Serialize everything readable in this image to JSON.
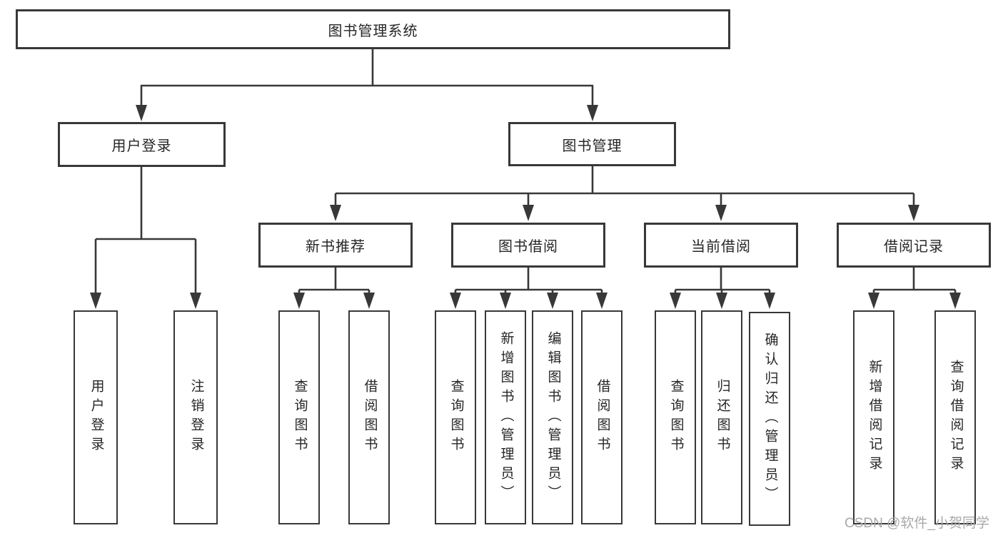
{
  "nodes": {
    "root": "图书管理系统",
    "user_login": "用户登录",
    "book_management": "图书管理",
    "new_book_recommend": "新书推荐",
    "book_borrow": "图书借阅",
    "current_borrow": "当前借阅",
    "borrow_record": "借阅记录",
    "ul_user_login": "用户登录",
    "ul_logout": "注销登录",
    "nb_query_book": "查询图书",
    "nb_borrow_book": "借阅图书",
    "bb_query_book": "查询图书",
    "bb_add_book": "新增图书（管理员）",
    "bb_edit_book": "编辑图书（管理员）",
    "bb_borrow_book": "借阅图书",
    "cb_query_book": "查询图书",
    "cb_return_book": "归还图书",
    "cb_confirm_return": "确认归还（管理员）",
    "br_add_record": "新增借阅记录",
    "br_query_record": "查询借阅记录"
  },
  "watermark": "CSDN @软件_小贺同学",
  "colors": {
    "line": "#383838",
    "box_border": "#383838",
    "box_background": "#ffffff",
    "text": "#262626",
    "watermark": "#a9a9a9"
  }
}
